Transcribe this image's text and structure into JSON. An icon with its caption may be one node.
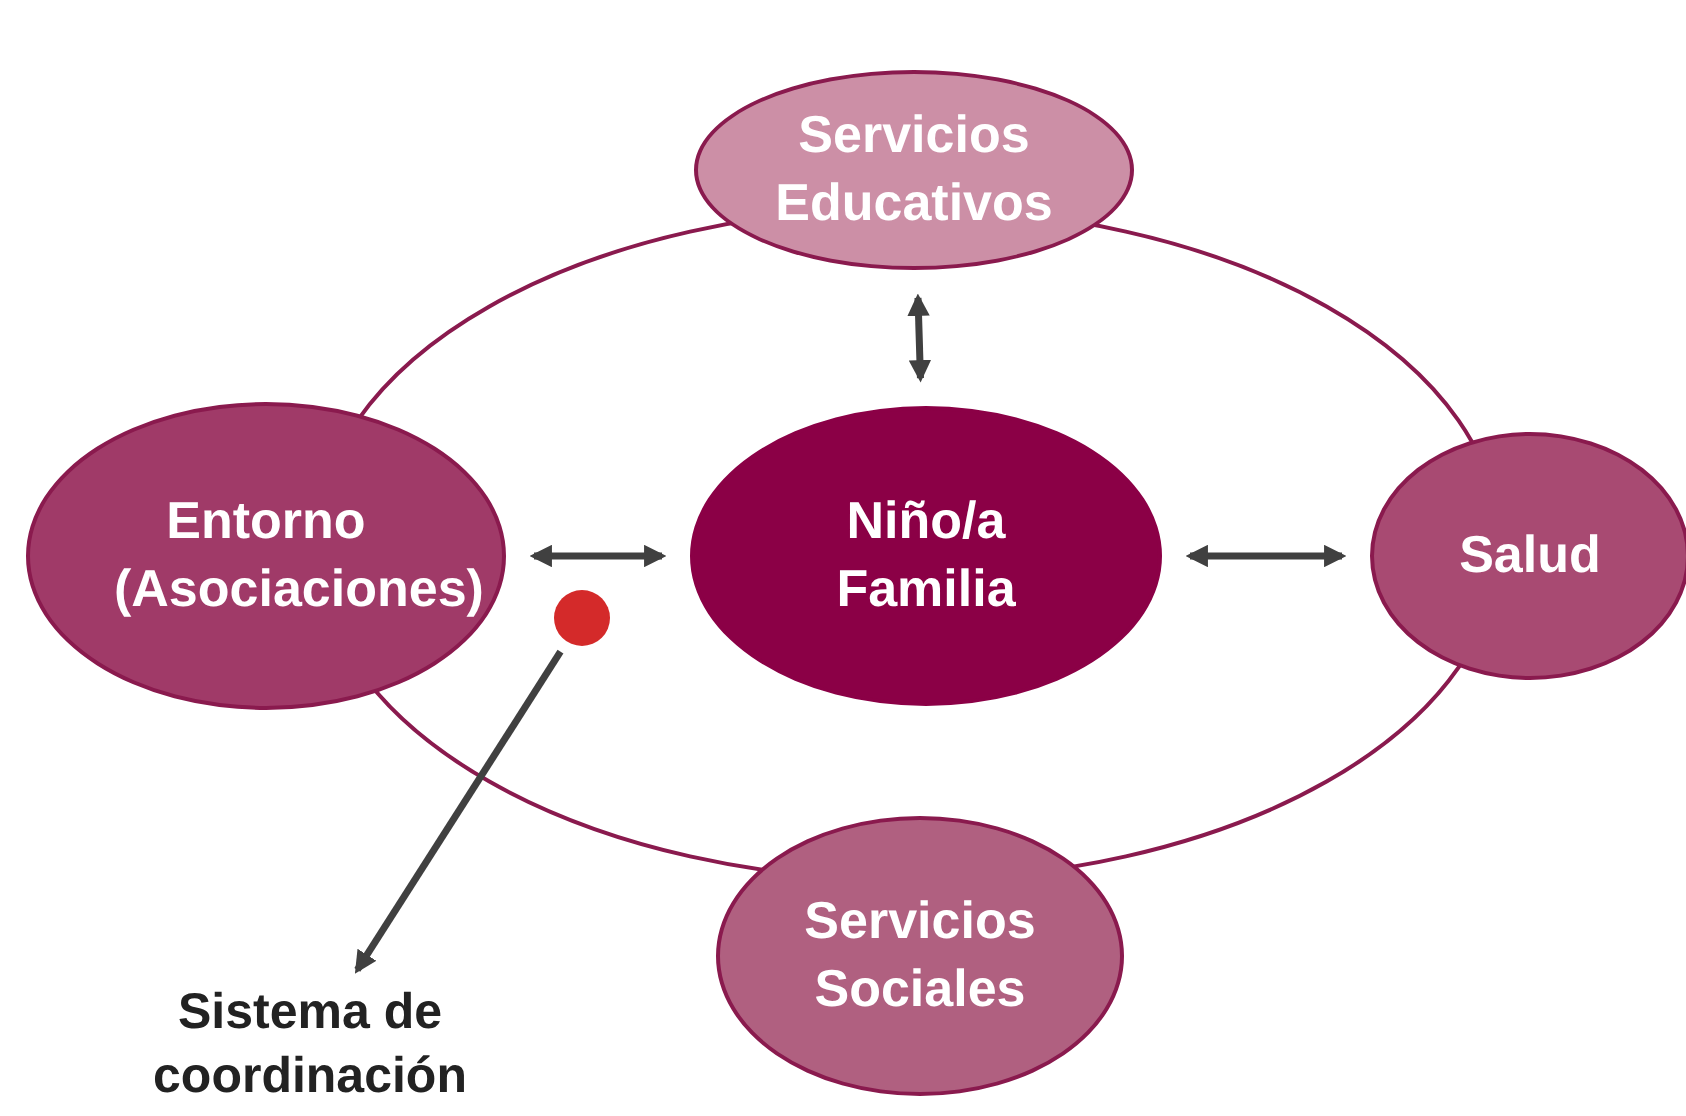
{
  "diagram": {
    "nodes": [
      {
        "text": [
          "Servicios Educativos"
        ]
      },
      {
        "text": [
          "Entorno (Asociaciones)"
        ]
      },
      {
        "text": [
          "Niño/a Familia"
        ]
      },
      {
        "text": [
          "Salud"
        ]
      },
      {
        "text": [
          "Servicios Sociales"
        ]
      },
      {
        "text": [],
        "shape": "circle"
      },
      {
        "text": [
          "Sistema de coordinación"
        ]
      }
    ],
    "edges": [
      {
        "from": 0,
        "to": 2,
        "arrow": "both"
      },
      {
        "from": 1,
        "to": 2,
        "arrow": "both"
      },
      {
        "from": 2,
        "to": 3,
        "arrow": "both"
      },
      {
        "from": 5,
        "to": 6,
        "arrow": "to"
      }
    ]
  }
}
